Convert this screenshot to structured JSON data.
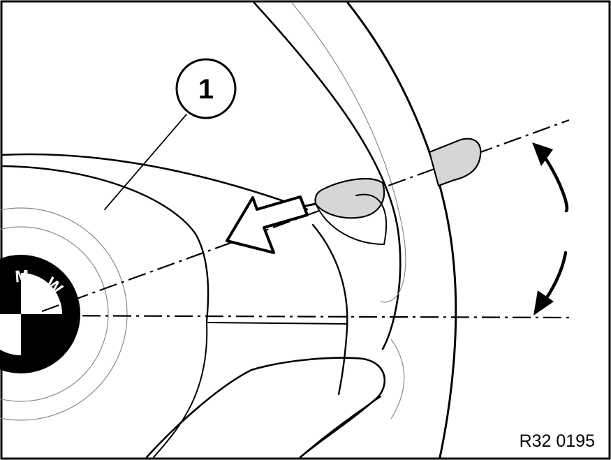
{
  "diagram": {
    "callout": {
      "label": "1"
    },
    "reference_code": "R32 0195",
    "logo": {
      "letters": [
        "M",
        "W"
      ]
    },
    "colors": {
      "line": "#000000",
      "tool_fill": "#d6d6d6",
      "background": "#ffffff",
      "contour": "#8a8a8a"
    }
  }
}
